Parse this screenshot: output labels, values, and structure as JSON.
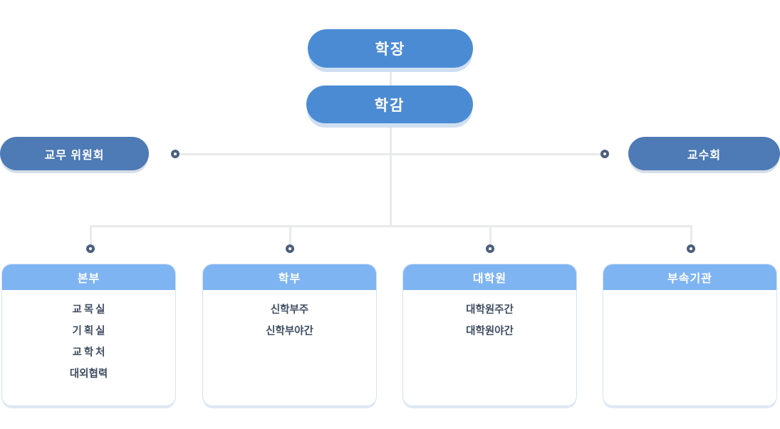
{
  "chart": {
    "title_nodes": [
      {
        "label": "학장"
      },
      {
        "label": "학감"
      }
    ],
    "side_nodes": {
      "left": {
        "label": "교무 위원회"
      },
      "right": {
        "label": "교수회"
      }
    },
    "units": [
      {
        "header": "본부",
        "items": [
          {
            "text": "교목실",
            "tight": false
          },
          {
            "text": "기획실",
            "tight": false
          },
          {
            "text": "교학처",
            "tight": false
          },
          {
            "text": "대외협력",
            "tight": true
          }
        ]
      },
      {
        "header": "학부",
        "items": [
          {
            "text": "신학부주",
            "tight": true
          },
          {
            "text": "신학부야간",
            "tight": true
          }
        ]
      },
      {
        "header": "대학원",
        "items": [
          {
            "text": "대학원주간",
            "tight": true
          },
          {
            "text": "대학원야간",
            "tight": true
          }
        ]
      },
      {
        "header": "부속기관",
        "items": []
      }
    ],
    "colors": {
      "top_node": "#4a8bd4",
      "side_node": "#4e7ab5",
      "unit_header": "#7fb4f2",
      "connector": "#e9eaec",
      "dot": "#4c5f7d",
      "unit_text": "#3f4d61",
      "unit_border": "#d3e2f5"
    }
  }
}
